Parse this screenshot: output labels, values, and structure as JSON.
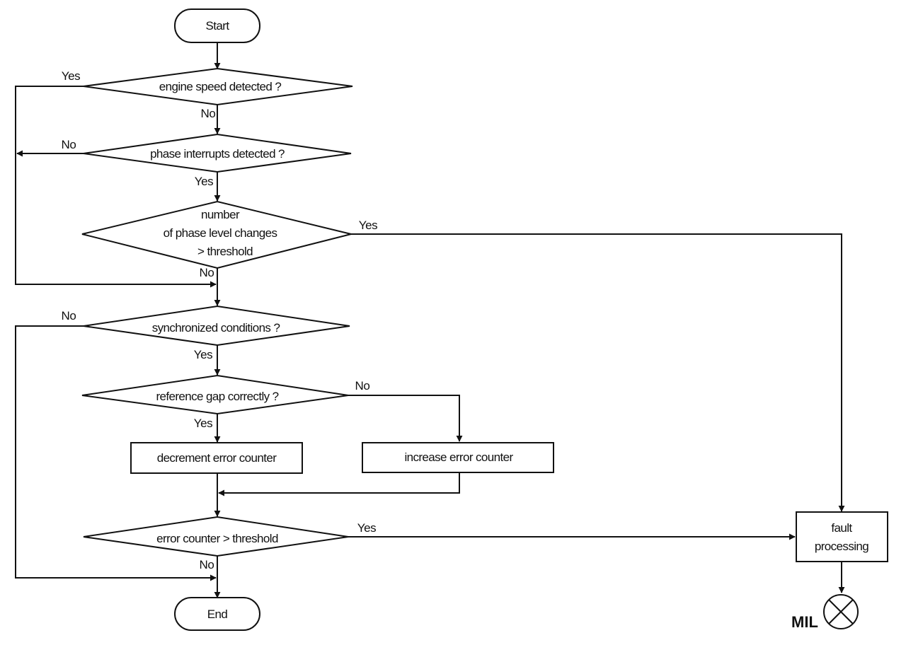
{
  "nodes": {
    "start": "Start",
    "engine_speed": "engine speed detected ?",
    "phase_interrupts": "phase interrupts detected ?",
    "phase_changes": [
      "number",
      "of phase level changes",
      "> threshold"
    ],
    "sync_conditions": "synchronized conditions ?",
    "reference_gap": "reference gap correctly ?",
    "decrement": "decrement error counter",
    "increase": "increase error counter",
    "error_threshold": "error counter > threshold",
    "end": "End",
    "fault": [
      "fault",
      "processing"
    ],
    "mil": "MIL"
  },
  "edges": {
    "engine_speed_yes": "Yes",
    "engine_speed_no": "No",
    "phase_interrupts_no": "No",
    "phase_interrupts_yes": "Yes",
    "phase_changes_yes": "Yes",
    "phase_changes_no": "No",
    "sync_no": "No",
    "sync_yes": "Yes",
    "ref_gap_no": "No",
    "ref_gap_yes": "Yes",
    "error_threshold_yes": "Yes",
    "error_threshold_no": "No"
  }
}
